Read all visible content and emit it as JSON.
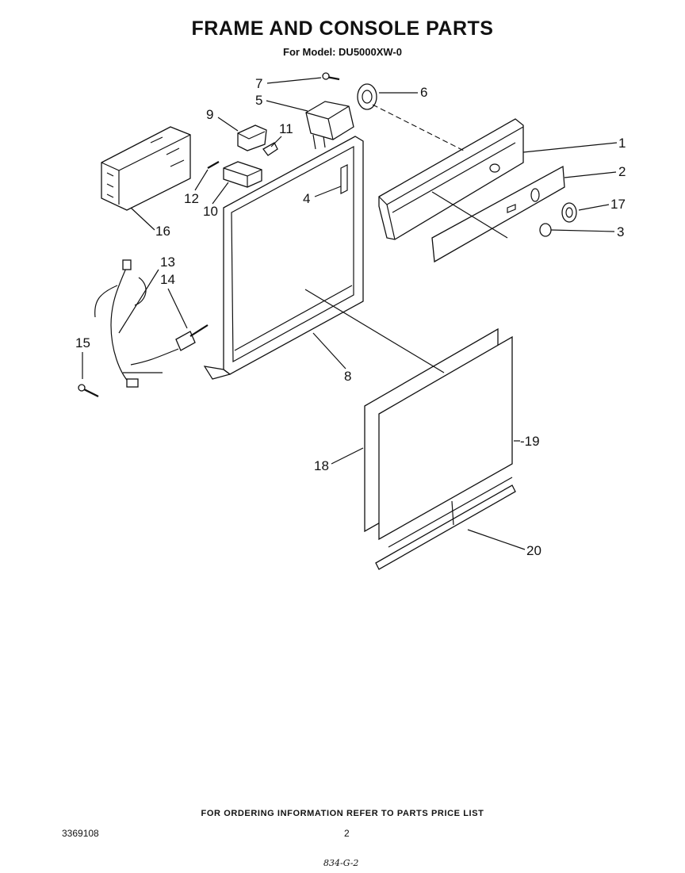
{
  "header": {
    "title": "FRAME AND CONSOLE PARTS",
    "model": "For Model: DU5000XW-0"
  },
  "footer": {
    "ordering_note": "FOR ORDERING INFORMATION REFER TO PARTS PRICE LIST",
    "doc_number": "3369108",
    "page_number": "2",
    "handwritten_code": "834-G-2"
  },
  "callouts": [
    "1",
    "2",
    "3",
    "4",
    "5",
    "6",
    "7",
    "8",
    "9",
    "10",
    "11",
    "12",
    "13",
    "14",
    "15",
    "16",
    "17",
    "18",
    "-19",
    "20"
  ]
}
